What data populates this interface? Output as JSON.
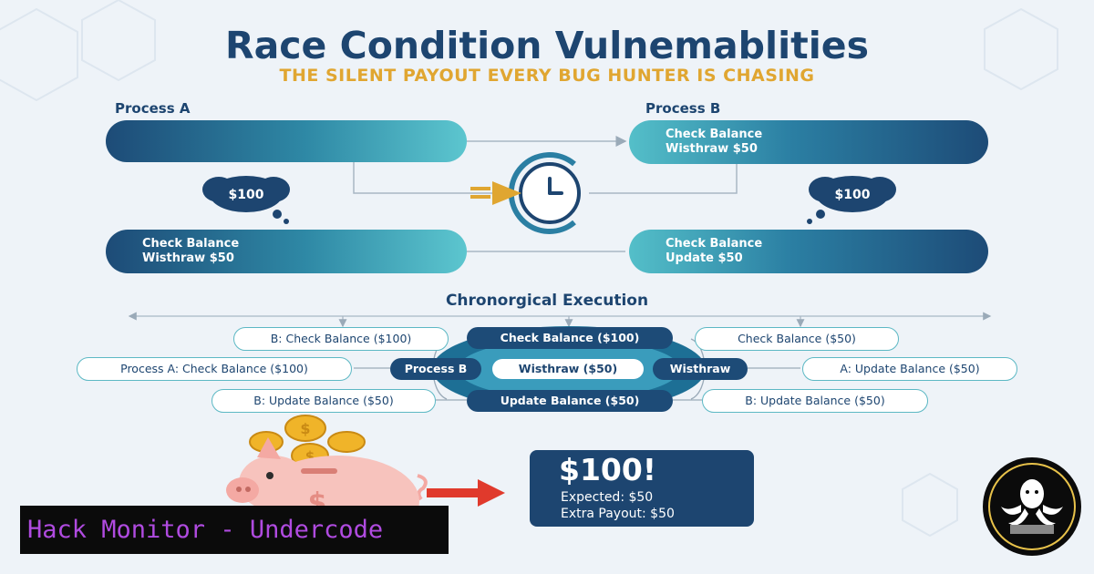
{
  "header": {
    "title": "Race Condition Vulnemablities",
    "subtitle": "THE SILENT PAYOUT EVERY BUG HUNTER IS CHASING"
  },
  "process_a": {
    "label": "Process A",
    "thought_bubble": "$100",
    "step": {
      "line1": "Check Balance",
      "line2": "Wisthraw $50"
    }
  },
  "process_b": {
    "label": "Process B",
    "thought_bubble": "$100",
    "step_top": {
      "line1": "Check Balance",
      "line2": "Wisthraw $50"
    },
    "step_bottom": {
      "line1": "Check Balance",
      "line2": "Update $50"
    }
  },
  "chronological": {
    "title": "Chronorgical Execution",
    "left_chips": [
      "B: Check Balance ($100)",
      "Process A: Check Balance ($100)",
      "B: Update Balance ($50)"
    ],
    "center_chips": [
      "Check Balance ($100)",
      "Process B",
      "Wisthraw ($50)",
      "Wisthraw",
      "Update Balance ($50)"
    ],
    "right_chips": [
      "Check Balance ($50)",
      "A: Update Balance ($50)",
      "B: Update Balance ($50)"
    ]
  },
  "result": {
    "amount": "$100!",
    "expected": "Expected: $50",
    "extra": "Extra Payout: $50"
  },
  "branding": {
    "label": "Hack Monitor - Undercode"
  },
  "colors": {
    "navy": "#1d4570",
    "teal": "#5cc6cf",
    "gold": "#e0a631",
    "brand_purple": "#b04be0",
    "arrow_red": "#e03a2c"
  }
}
